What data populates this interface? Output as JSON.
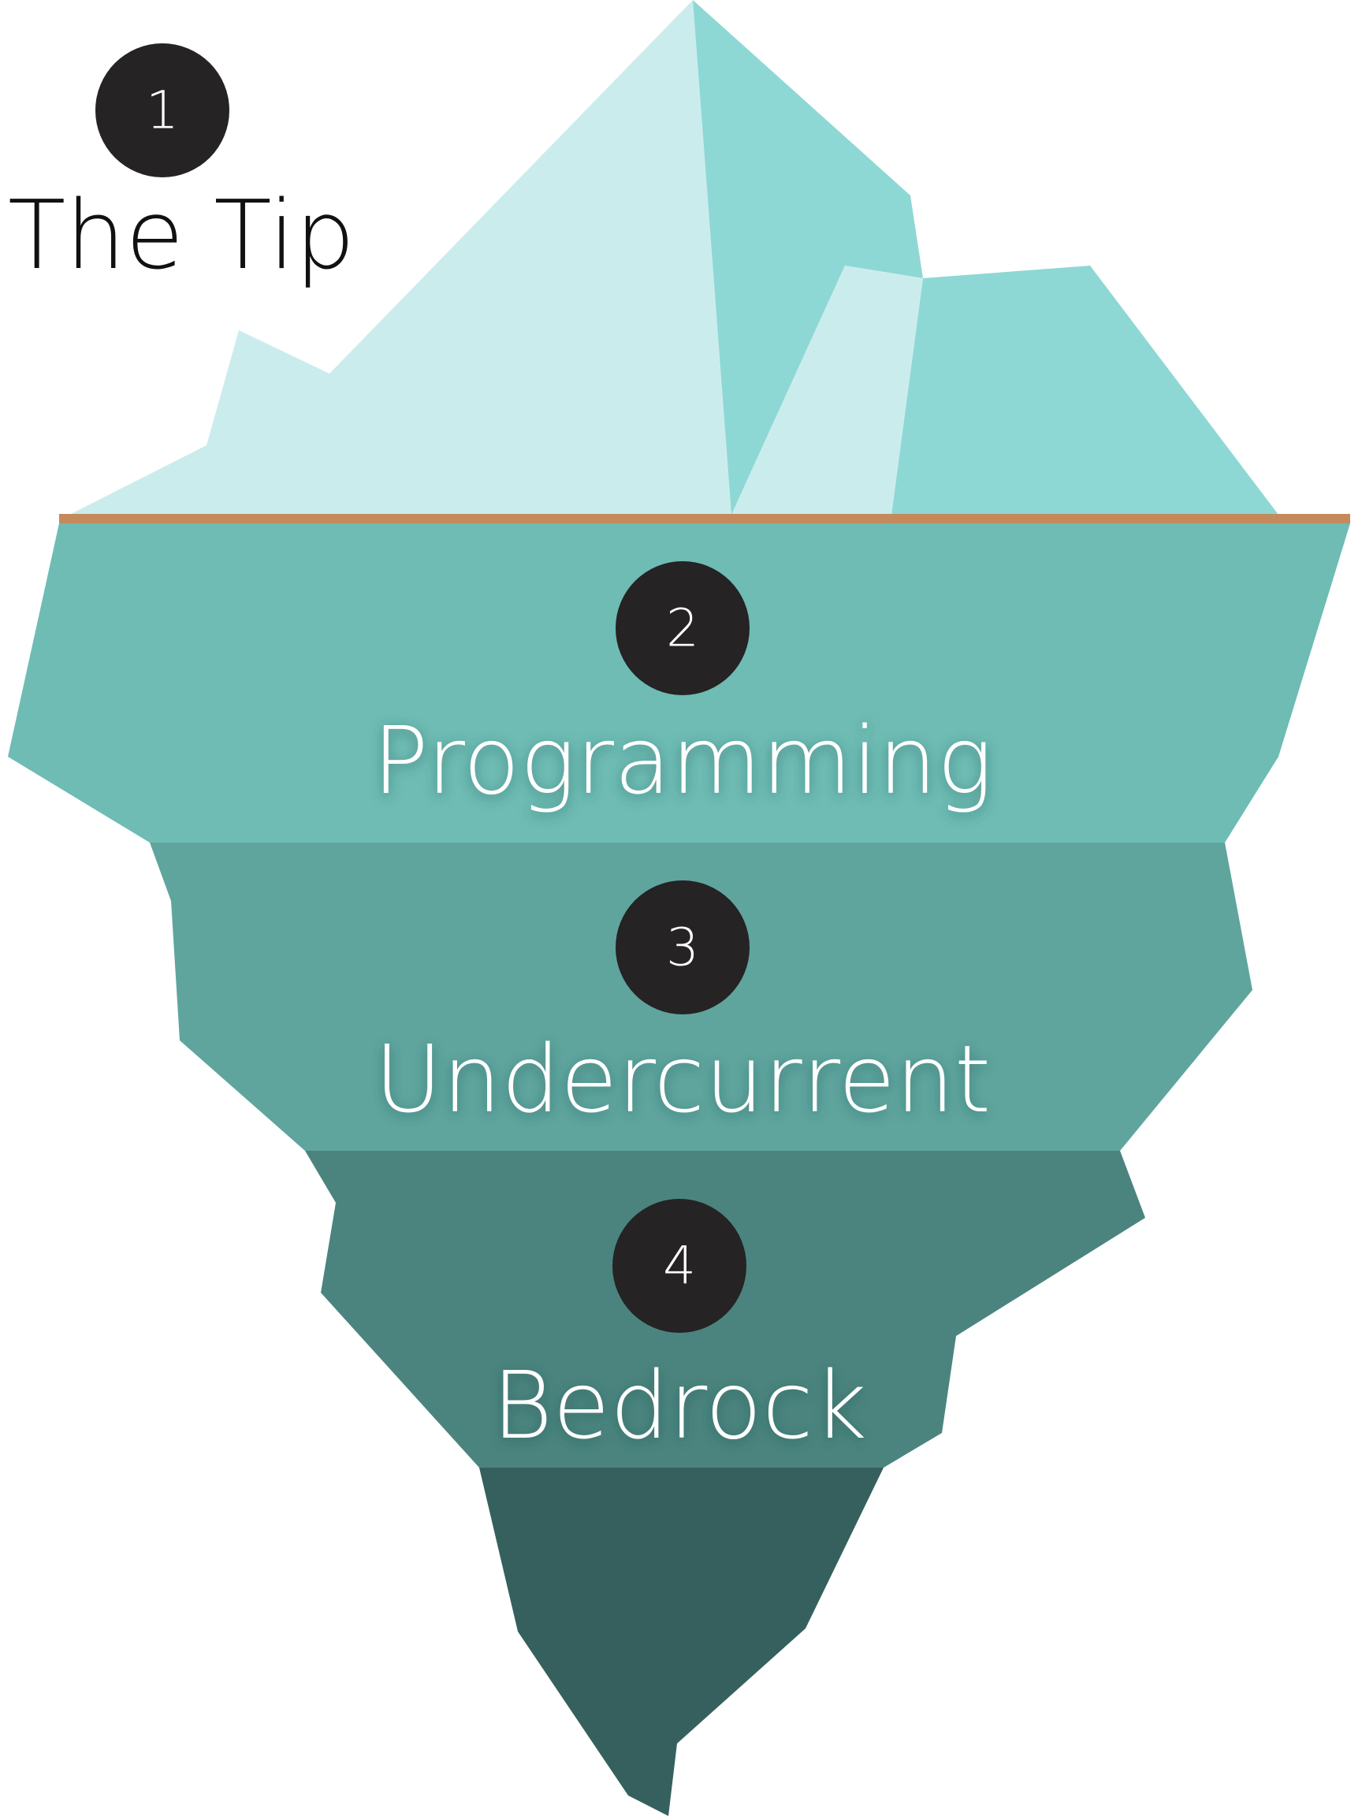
{
  "colors": {
    "tip_light": "#cbeced",
    "tip_mid": "#8dd8d5",
    "waterline": "#c48a5c",
    "layer_programming": "#6ebcb4",
    "layer_undercurrent": "#5fa59e",
    "layer_bedrock": "#4b847e",
    "layer_deep": "#35605d",
    "badge": "#252323",
    "text_dark": "#111111",
    "text_light": "#ffffff"
  },
  "layers": [
    {
      "number": "1",
      "label": "The Tip"
    },
    {
      "number": "2",
      "label": "Programming"
    },
    {
      "number": "3",
      "label": "Undercurrent"
    },
    {
      "number": "4",
      "label": "Bedrock"
    }
  ]
}
